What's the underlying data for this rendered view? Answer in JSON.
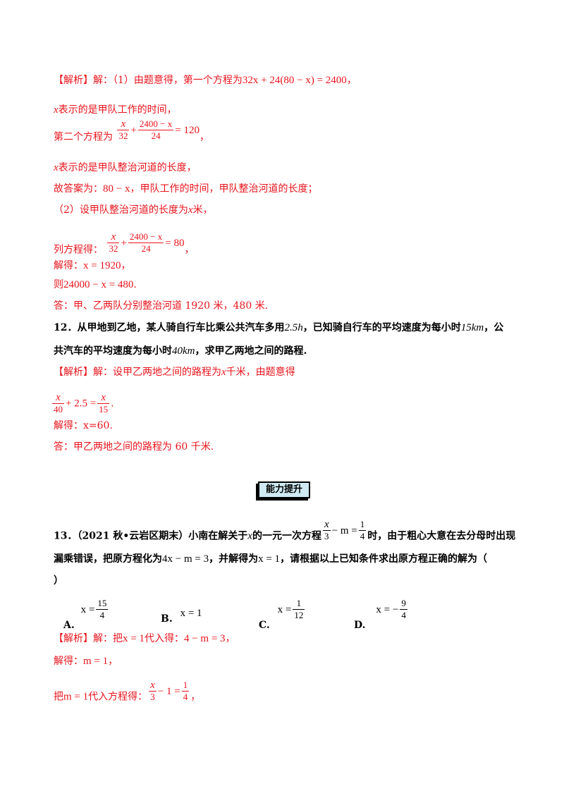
{
  "p11": {
    "l1_tag": "【解析】",
    "l1_text": "解：（1）由题意得，第一个方程为",
    "eq1": "32x + 24(80 − x) = 2400",
    "l1_end": "，",
    "l2_var": "x",
    "l2_text": "表示的是甲队工作的时间，",
    "l3_text": "第二个方程为",
    "f_x": "x",
    "f_32": "32",
    "f_2400x": "2400 − x",
    "f_24": "24",
    "eq2_tail": "= 120",
    "l3_end": "，",
    "l4_var": "x",
    "l4_text": "表示的是甲队整治河道的长度，",
    "l5_text": "故答案为：",
    "l5_expr": "80 − x",
    "l5_rest": "，甲队工作的时间，甲队整治河道的长度；",
    "l6_text": "（2）设甲队整治河道的长度为",
    "l6_var": "x",
    "l6_end": "米，",
    "l7_text": "列方程得：",
    "eq3_tail": "= 80",
    "l7_end": "，",
    "l8_text": "解得：",
    "l8_expr": "x = 1920",
    "l8_end": "，",
    "l9_text": "则",
    "l9_expr": "24000 − x = 480",
    "l9_end": ".",
    "l10_text": "答：甲、乙两队分别整治河道 1920 米，480 米."
  },
  "q12": {
    "a": "12．从甲地到乙地，某人骑自行车比乘公共汽车多用",
    "v1": "2.5h",
    "b": "，已知骑自行车的平均速度为每小时",
    "v2": "15km",
    "c": "，公",
    "d": "共汽车的平均速度为每小时",
    "v3": "40km",
    "e": "，求甲乙两地之间的路程.",
    "sol_tag": "【解析】",
    "sol_text": "解：设甲乙两地之间的路程为",
    "sol_var": "x",
    "sol_rest": "千米，由题意得",
    "f_x": "x",
    "f_40": "40",
    "mid": "+ 2.5 =",
    "f_15": "15",
    "eq_end": ".",
    "res": "解得：x=60.",
    "ans": "答：甲乙两地之间的路程为 60 千米."
  },
  "section": "能力提升",
  "q13": {
    "a": "13．（2021 秋•云岩区期末）小南在解关于",
    "var": "x",
    "b": "的一元一次方程",
    "f_x": "x",
    "f_3": "3",
    "minus_m": "− m =",
    "f_1": "1",
    "f_4": "4",
    "c": "时，由于粗心大意在去分母时出现",
    "d": "漏乘错误，把原方程化为",
    "e1": "4x − m = 3",
    "e": "，并解得为",
    "e2": "x = 1",
    "f": "，请根据以上已知条件求出原方程正确的解为（",
    "g": "）",
    "optA": "A.",
    "optA_lhs": "x =",
    "optA_num": "15",
    "optA_den": "4",
    "optB": "B.",
    "optB_expr": "x = 1",
    "optC": "C.",
    "optC_lhs": "x =",
    "optC_num": "1",
    "optC_den": "12",
    "optD": "D.",
    "optD_lhs": "x = −",
    "optD_num": "9",
    "optD_den": "4",
    "s1_tag": "【解析】",
    "s1_text": "解：把",
    "s1_e1": "x = 1",
    "s1_mid": "代入得：",
    "s1_e2": "4 − m = 3",
    "s1_end": "，",
    "s2_text": "解得：",
    "s2_e": "m = 1",
    "s2_end": "，",
    "s3_text": "把",
    "s3_e": "m = 1",
    "s3_mid": "代入方程得：",
    "s3_fx": "x",
    "s3_f3": "3",
    "s3_m1": "− 1 =",
    "s3_f1": "1",
    "s3_f4": "4",
    "s3_end": "，"
  },
  "colors": {
    "solution": "#e8141c",
    "section_bg": "#cfeaf2"
  }
}
